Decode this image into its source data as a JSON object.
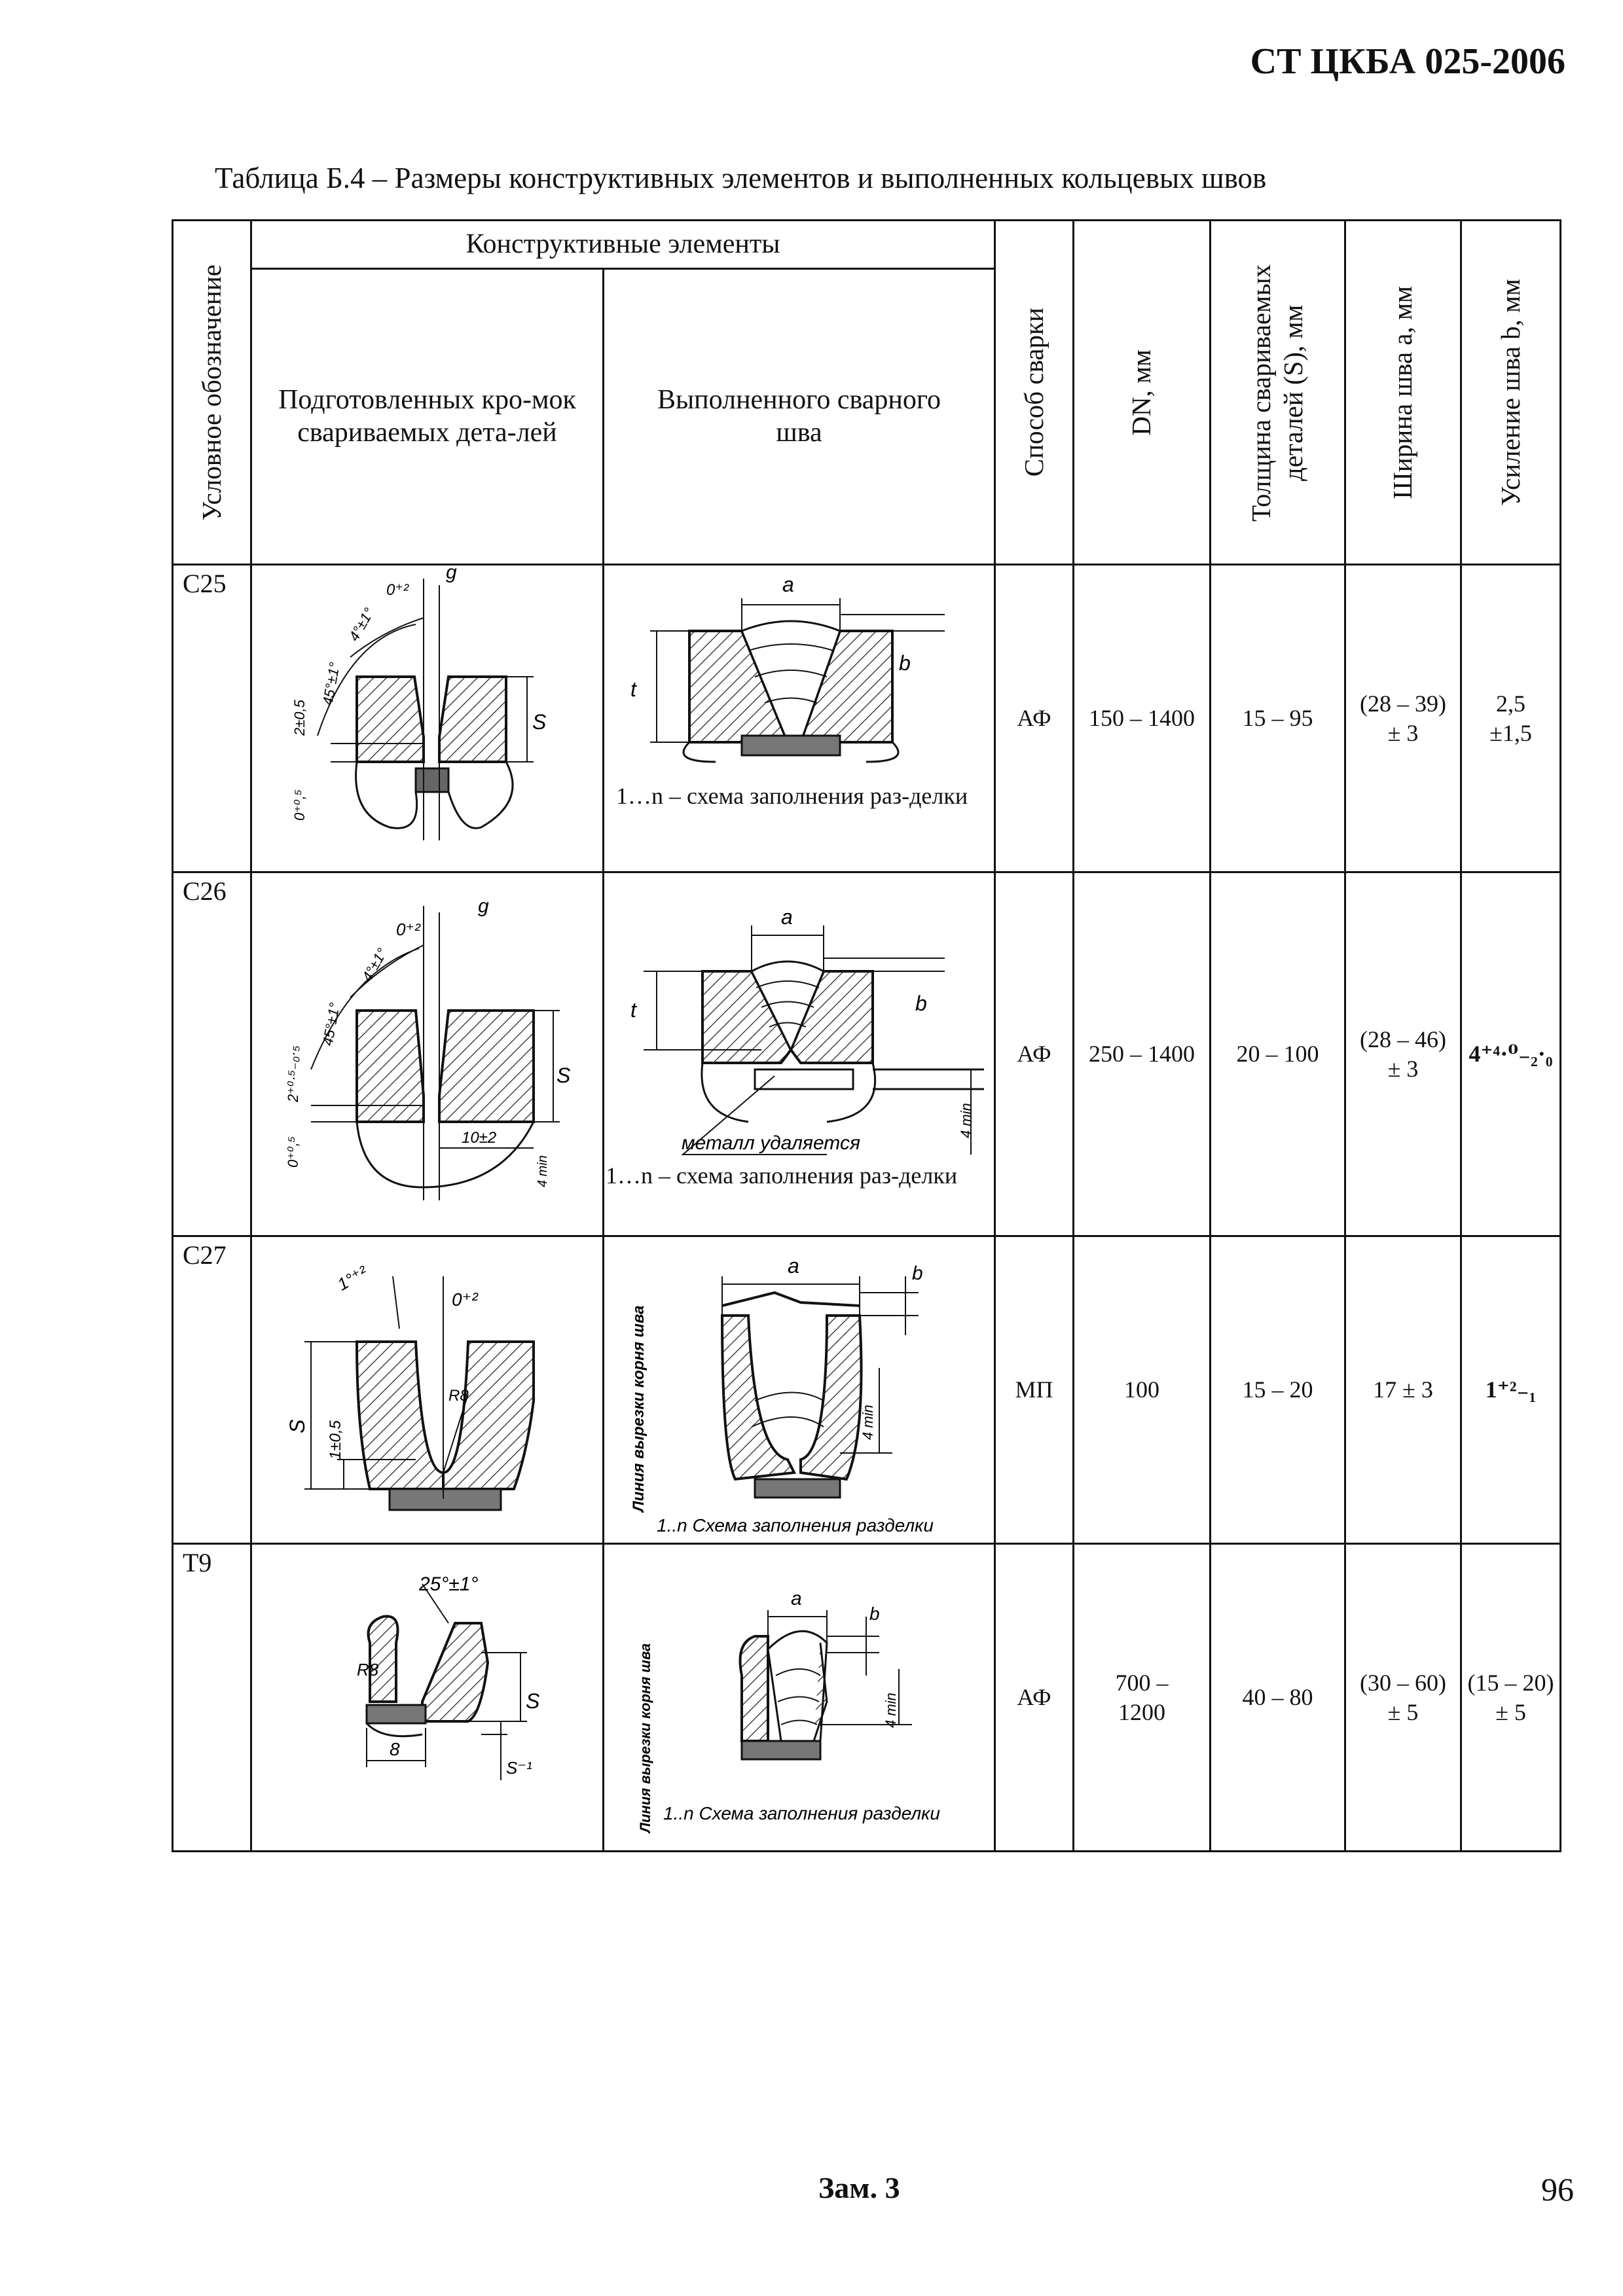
{
  "header": {
    "doc_code": "СТ ЦКБА 025-2006"
  },
  "table_title": "Таблица Б.4 – Размеры конструктивных элементов и выполненных кольцевых швов",
  "columns": {
    "designation": "Условное обозначение",
    "constructive_elements": "Конструктивные элементы",
    "prepared_edges": "Подготовленных кро-мок свариваемых дета-лей",
    "completed_weld": "Выполненного сварного шва",
    "welding_method": "Способ сварки",
    "dn": "DN, мм",
    "thickness": "Толщина свариваемых деталей (S), мм",
    "weld_width": "Ширина шва а, мм",
    "reinforcement": "Усиление шва b, мм"
  },
  "rows": [
    {
      "code": "С25",
      "method": "АФ",
      "dn": "150 – 1400",
      "thickness": "15 – 95",
      "width_line1": "(28 – 39)",
      "width_line2": "± 3",
      "reinf_line1": "2,5",
      "reinf_line2": "±1,5",
      "caption": "1…n – схема заполнения раз-делки",
      "labels": {
        "a": "a",
        "b": "b",
        "t": "t",
        "S": "S",
        "g": "g",
        "gap": "0⁺²",
        "ang1": "4°±1°",
        "ang2": "45°±1°",
        "root": "2±0,5",
        "root2": "0⁺⁰,⁵"
      }
    },
    {
      "code": "С26",
      "method": "АФ",
      "dn": "250 – 1400",
      "thickness": "20 – 100",
      "width_line1": "(28 – 46)",
      "width_line2": "± 3",
      "reinf_line1": "4⁺⁴·⁰₋₂·₀",
      "reinf_line2": "",
      "caption": "1…n – схема заполнения раз-делки",
      "metal_note": "металл удаляется",
      "labels": {
        "a": "a",
        "b": "b",
        "t": "t",
        "S": "S",
        "g": "g",
        "gap": "0⁺²",
        "ang1": "4°±1°",
        "ang2": "45°±1°",
        "root": "2⁺⁰·⁵₋₀·₅",
        "root2": "0⁺⁰,⁵",
        "w": "10±2",
        "min": "4 min"
      }
    },
    {
      "code": "С27",
      "method": "МП",
      "dn": "100",
      "thickness": "15 – 20",
      "width_line1": "17 ± 3",
      "width_line2": "",
      "reinf_line1": "1⁺²₋₁",
      "reinf_line2": "",
      "caption": "1..n Схема заполнения разделки",
      "root_line": "Линия вырезки корня шва",
      "labels": {
        "a": "a",
        "b": "b",
        "S": "S",
        "gap": "0⁺²",
        "ang": "1°⁺²",
        "r": "R8",
        "h": "1±0,5",
        "min": "4 min"
      }
    },
    {
      "code": "Т9",
      "method": "АФ",
      "dn": "700 – 1200",
      "thickness": "40 – 80",
      "width_line1": "(30 – 60)",
      "width_line2": "± 5",
      "reinf_line1": "(15 – 20)",
      "reinf_line2": "± 5",
      "caption": "1..n Схема заполнения разделки",
      "root_line": "Линия вырезки корня шва",
      "labels": {
        "a": "a",
        "b": "b",
        "S": "S",
        "ang": "25°±1°",
        "r": "R8",
        "w": "8",
        "s1": "S⁻¹",
        "min": "4 min"
      }
    }
  ],
  "footer": {
    "change_note": "Зам. 3",
    "page_number": "96"
  }
}
